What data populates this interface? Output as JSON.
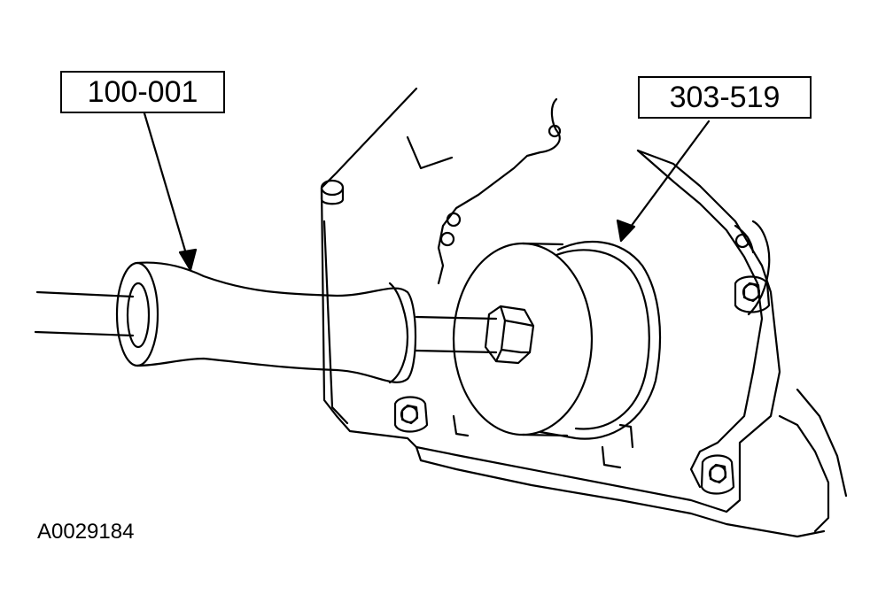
{
  "callouts": {
    "slide_hammer": "100-001",
    "seal_remover": "303-519"
  },
  "figure_id": "A0029184",
  "colors": {
    "line": "#000000",
    "background": "#ffffff"
  }
}
